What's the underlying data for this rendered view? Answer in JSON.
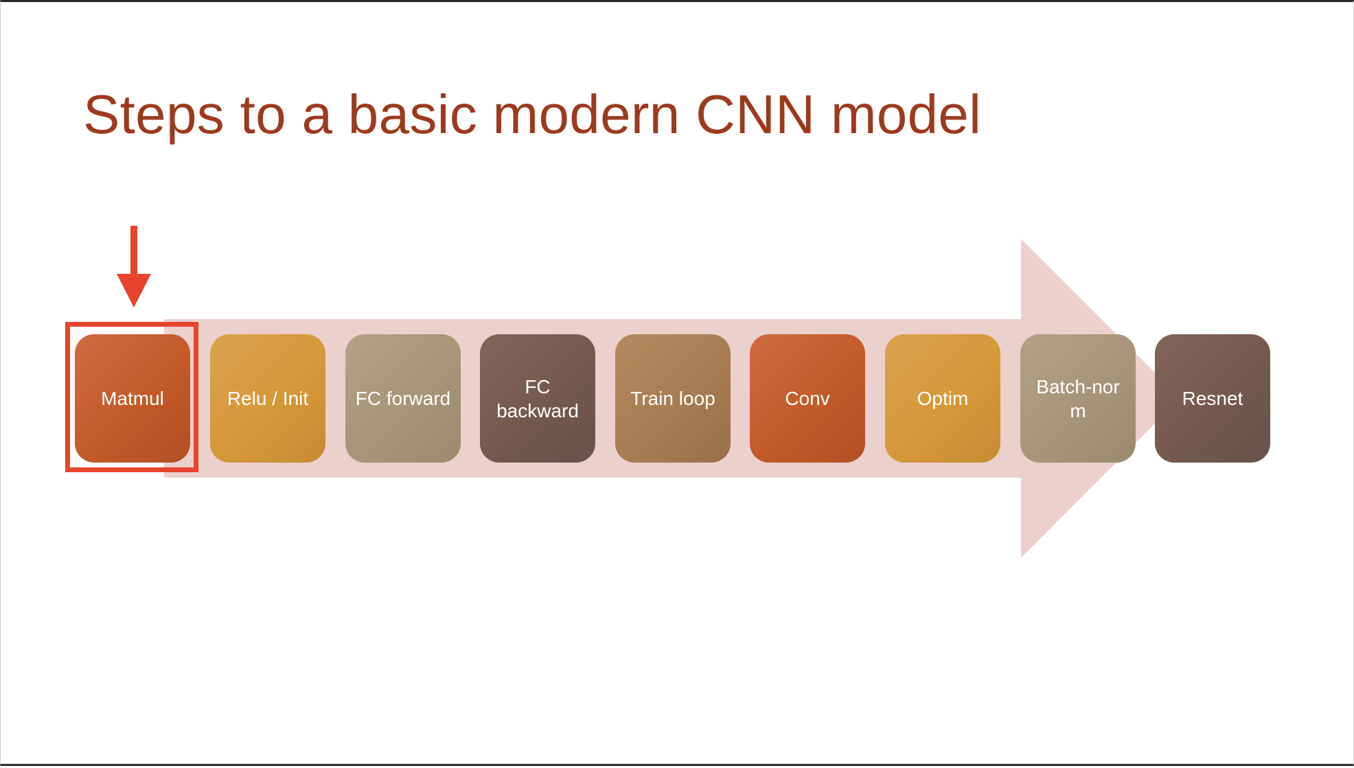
{
  "slide": {
    "title": "Steps to a basic modern CNN model"
  },
  "steps": [
    {
      "label": "Matmul",
      "color": "#c25a28"
    },
    {
      "label": "Relu / Init",
      "color": "#d59839"
    },
    {
      "label": "FC forward",
      "color": "#a79479"
    },
    {
      "label": "FC backward",
      "color": "#74594c"
    },
    {
      "label": "Train loop",
      "color": "#a77c52"
    },
    {
      "label": "Conv",
      "color": "#c25a28"
    },
    {
      "label": "Optim",
      "color": "#d59839"
    },
    {
      "label": "Batch-norm",
      "color": "#a79479"
    },
    {
      "label": "Resnet",
      "color": "#74594c"
    }
  ],
  "highlight": {
    "step": "Matmul",
    "color": "#e8432c",
    "icon": "down-arrow-icon"
  },
  "colors": {
    "title": "#9c3a1f",
    "arrow_band": "#ecd0cc"
  }
}
